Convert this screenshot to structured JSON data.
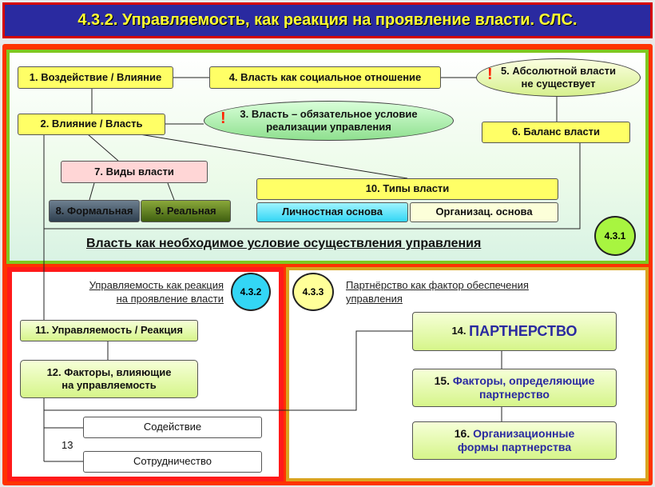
{
  "title": "4.3.2. Управляемость, как реакция на проявление власти. СЛС.",
  "top_section": {
    "box1": "1. Воздействие / Влияние",
    "box2": "2. Влияние / Власть",
    "box3_line1": "3. Власть – обязательное условие",
    "box3_line2": "реализации управления",
    "box4": "4. Власть как социальное отношение",
    "box5_line1": "5. Абсолютной власти",
    "box5_line2": "не существует",
    "box6": "6. Баланс власти",
    "box7": "7. Виды власти",
    "box8": "8. Формальная",
    "box9": "9. Реальная",
    "box10": "10. Типы власти",
    "box10a": "Личностная основа",
    "box10b": "Организац. основа",
    "excl": "!",
    "badge": "4.3.1",
    "caption": "Власть как необходимое условие осуществления управления"
  },
  "left_section": {
    "caption_line1": "Управляемость как реакция",
    "caption_line2": "на проявление власти",
    "badge": "4.3.2",
    "box11": "11. Управляемость / Реакция",
    "box12_line1": "12. Факторы, влияющие",
    "box12_line2": "на управляемость",
    "box13_label": "13",
    "box13a": "Содействие",
    "box13b": "Сотрудничество"
  },
  "right_section": {
    "badge": "4.3.3",
    "caption_line1": "Партнёрство как фактор обеспечения",
    "caption_line2": "управления",
    "box14_num": "14.",
    "box14_text": "ПАРТНЕРСТВО",
    "box15_num": "15.",
    "box15_line1": "Факторы, определяющие",
    "box15_line2": "партнерство",
    "box16_num": "16.",
    "box16_line1": "Организационные",
    "box16_line2": "формы партнерства"
  },
  "colors": {
    "title_bg": "#2a2aa0",
    "title_text": "#ffff33",
    "frame": "#ff3300",
    "top_border": "#7ec820",
    "left_border": "#ff1a1a",
    "right_border": "#d9a520",
    "box10a": "#66e6ff",
    "box7": "#ffd6d6"
  }
}
